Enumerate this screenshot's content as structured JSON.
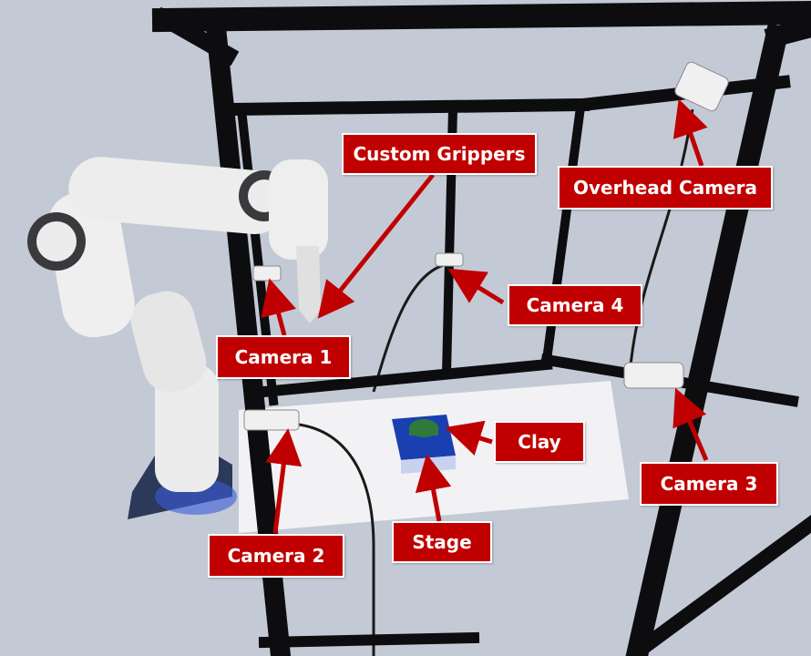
{
  "labels": {
    "custom_grippers": "Custom Grippers",
    "overhead_camera": "Overhead Camera",
    "camera_4": "Camera 4",
    "camera_1": "Camera 1",
    "clay": "Clay",
    "camera_3": "Camera 3",
    "stage": "Stage",
    "camera_2": "Camera 2"
  },
  "colors": {
    "background": "#c3cad6",
    "frame": "#0d0d0f",
    "label_fill": "#c00000",
    "label_border": "#ffffff",
    "arrow": "#c00000",
    "mat": "#f2f2f4",
    "stage_blue": "#1a3fb0",
    "clay_green": "#2f7a3a",
    "robot_white": "#ececec",
    "robot_dark": "#3a3a3e"
  }
}
